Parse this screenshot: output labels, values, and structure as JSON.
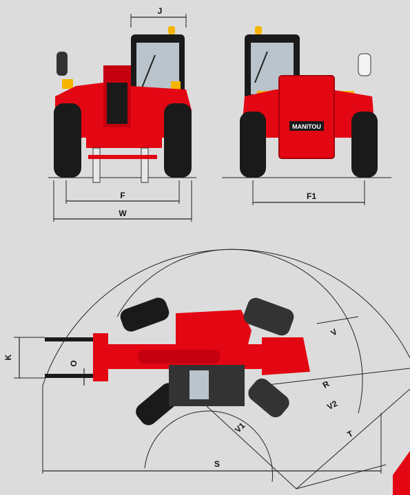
{
  "colors": {
    "background": "#dcdcdc",
    "machine_red": "#e30613",
    "dark_red": "#a3000c",
    "black": "#1a1a1a",
    "glass": "#b9c4cc",
    "beacon": "#f5b400",
    "dim_line": "#222222"
  },
  "dimensions": {
    "J": "J",
    "F": "F",
    "W": "W",
    "F1": "F1",
    "K": "K",
    "O": "O",
    "V": "V",
    "R": "R",
    "V2": "V2",
    "V1": "V1",
    "T": "T",
    "S": "S"
  },
  "brand": {
    "logo_text": "MANITOU"
  },
  "icons": [
    "front-view",
    "rear-view",
    "top-view-turning"
  ]
}
